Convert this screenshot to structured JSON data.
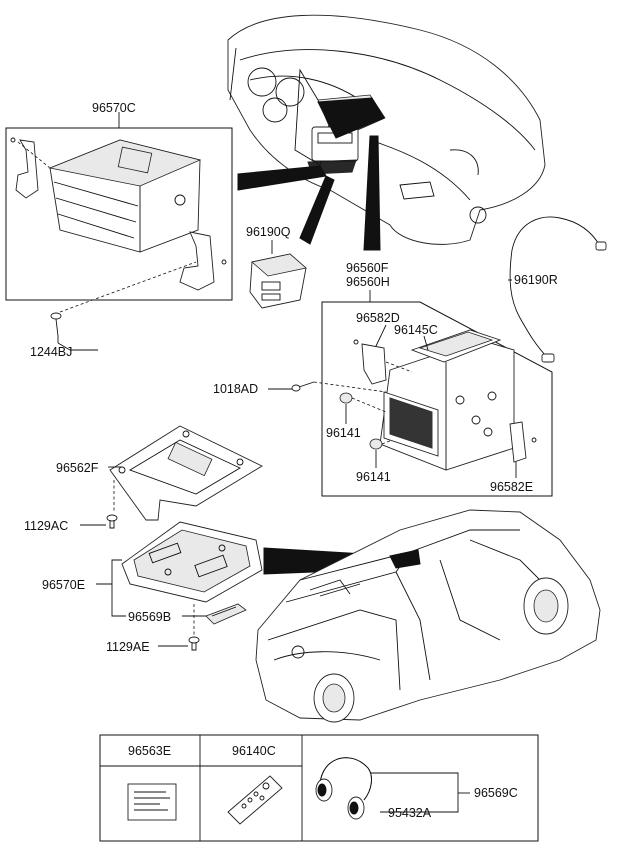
{
  "labels": {
    "p96570C": "96570C",
    "p1244BJ": "1244BJ",
    "p96190Q": "96190Q",
    "p96560F": "96560F",
    "p96560H": "96560H",
    "p96190R": "96190R",
    "p96582D": "96582D",
    "p96145C": "96145C",
    "p1018AD": "1018AD",
    "p96141a": "96141",
    "p96141b": "96141",
    "p96582E": "96582E",
    "p96562F": "96562F",
    "p1129AC": "1129AC",
    "p96570E": "96570E",
    "p96569B": "96569B",
    "p1129AE": "1129AE",
    "p96563E": "96563E",
    "p96140C": "96140C",
    "p96569C": "96569C",
    "p95432A": "95432A"
  }
}
